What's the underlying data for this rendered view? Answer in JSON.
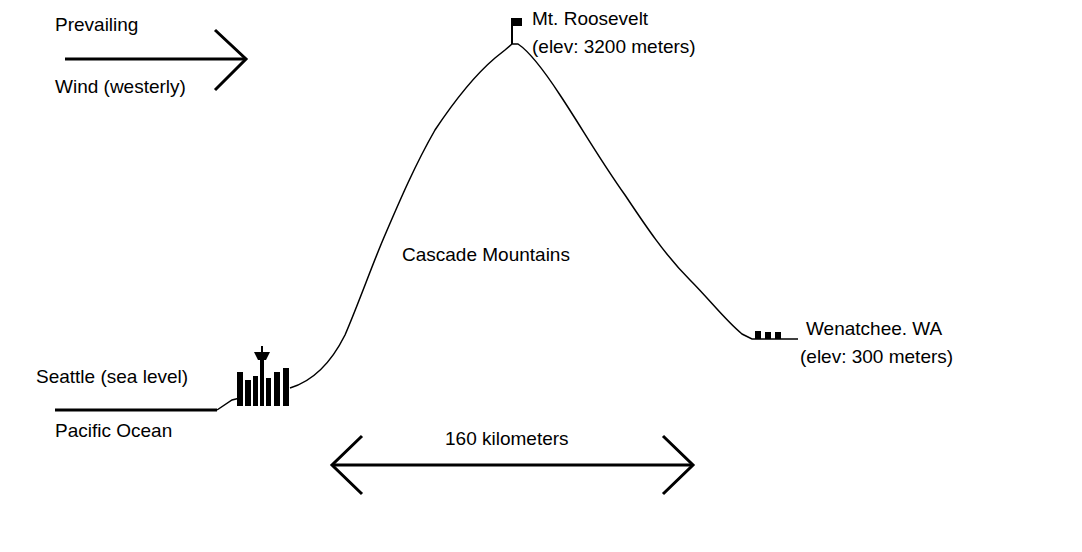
{
  "diagram": {
    "labels": [
      "Prevailing",
      "Wind (westerly)",
      "Mt. Roosevelt",
      "(elev: 3200 meters)",
      "Cascade Mountains",
      "Seattle (sea level)",
      "Pacific Ocean",
      "Wenatchee. WA",
      "(elev: 300 meters)",
      "160 kilometers"
    ]
  }
}
